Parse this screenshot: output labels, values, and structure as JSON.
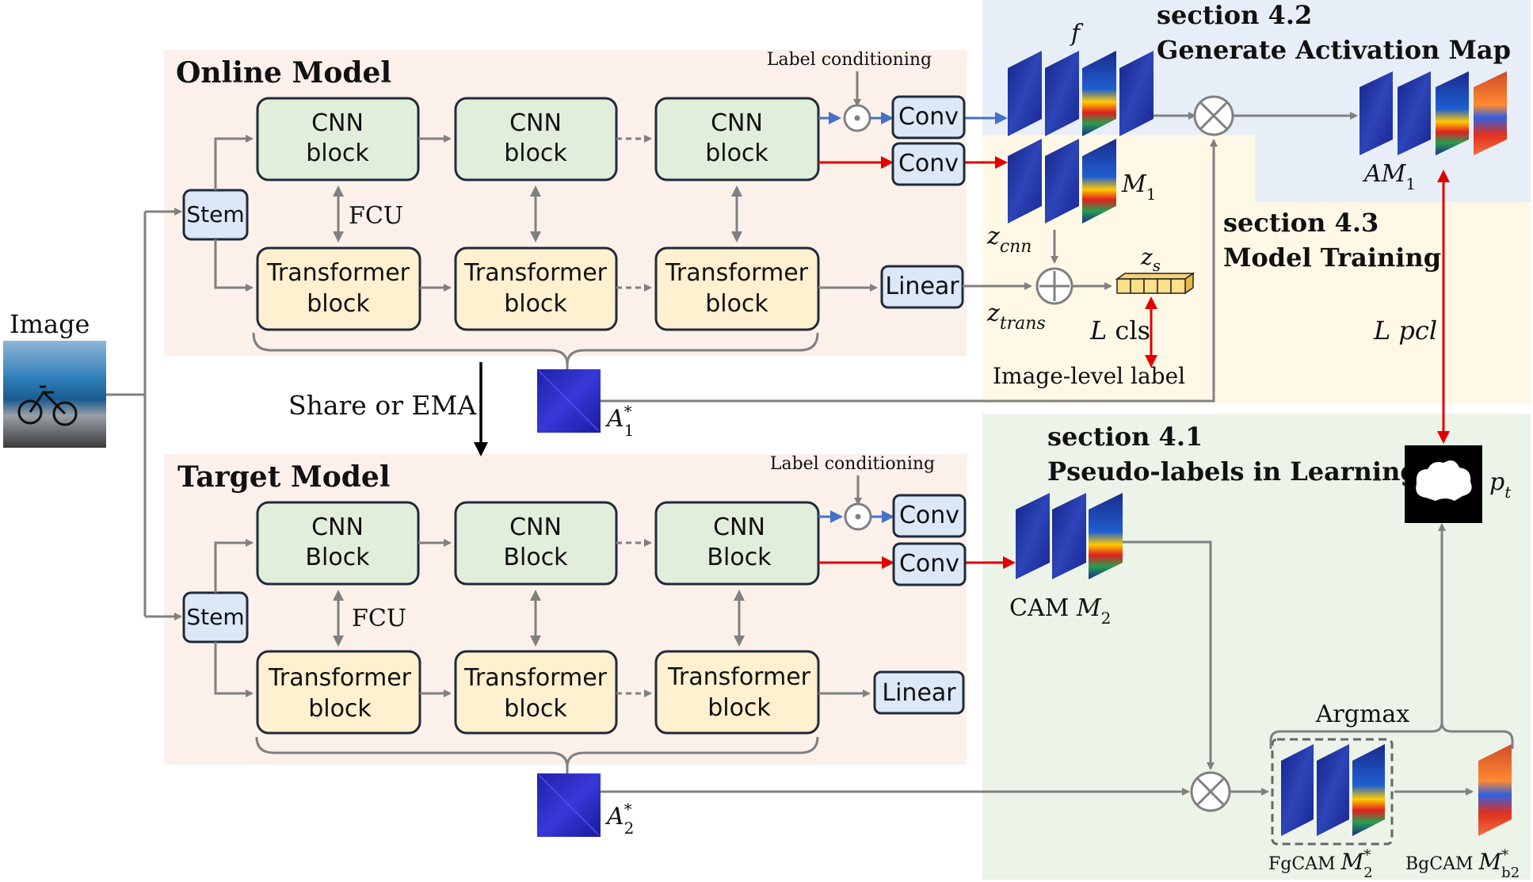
{
  "input": {
    "label": "Image"
  },
  "online_model": {
    "title": "Online Model",
    "stem": "Stem",
    "cnn_blocks": [
      {
        "line1": "CNN",
        "line2": "block"
      },
      {
        "line1": "CNN",
        "line2": "block"
      },
      {
        "line1": "CNN",
        "line2": "block"
      }
    ],
    "transformer_blocks": [
      {
        "line1": "Transformer",
        "line2": "block"
      },
      {
        "line1": "Transformer",
        "line2": "block"
      },
      {
        "line1": "Transformer",
        "line2": "block"
      }
    ],
    "fcu": "FCU",
    "label_conditioning": "Label conditioning",
    "conv_top": "Conv",
    "conv_bottom": "Conv",
    "linear": "Linear",
    "attention": {
      "base": "A",
      "sup": "*",
      "sub": "1"
    }
  },
  "share_label": "Share or EMA",
  "target_model": {
    "title": "Target Model",
    "stem": "Stem",
    "cnn_blocks": [
      {
        "line1": "CNN",
        "line2": "Block"
      },
      {
        "line1": "CNN",
        "line2": "Block"
      },
      {
        "line1": "CNN",
        "line2": "Block"
      }
    ],
    "transformer_blocks": [
      {
        "line1": "Transformer",
        "line2": "block"
      },
      {
        "line1": "Transformer",
        "line2": "block"
      },
      {
        "line1": "Transformer",
        "line2": "block"
      }
    ],
    "fcu": "FCU",
    "label_conditioning": "Label conditioning",
    "conv_top": "Conv",
    "conv_bottom": "Conv",
    "linear": "Linear",
    "attention": {
      "base": "A",
      "sup": "*",
      "sub": "2"
    }
  },
  "section_42": {
    "number": "section 4.2",
    "title": "Generate Activation Map",
    "f_label": "f",
    "am": {
      "base": "AM",
      "sub": "1"
    }
  },
  "section_43": {
    "number": "section 4.3",
    "title": "Model Training",
    "m1": {
      "base": "M",
      "sub": "1"
    },
    "z_cnn": {
      "base": "z",
      "sub": "cnn"
    },
    "z_trans": {
      "base": "z",
      "sub": "trans"
    },
    "z_s": {
      "base": "z",
      "sub": "s"
    },
    "l_cls": {
      "base": "L",
      "rest": " cls"
    },
    "image_level_label": "Image-level label",
    "l_pcl": {
      "base": "L",
      "rest": " pcl"
    }
  },
  "section_41": {
    "number": "section 4.1",
    "title": "Pseudo-labels in Learning",
    "cam_m2": {
      "prefix": "CAM ",
      "base": "M",
      "sub": "2"
    },
    "argmax": "Argmax",
    "fgcam": {
      "prefix": "FgCAM ",
      "base": "M",
      "sup": "*",
      "sub": "2"
    },
    "bgcam": {
      "prefix": "BgCAM ",
      "base": "M",
      "sup": "*",
      "sub": "b2"
    },
    "pt": {
      "base": "p",
      "sub": "t"
    }
  },
  "colors": {
    "online_bg": "#FBF0EA",
    "blue_region": "#E8EEF7",
    "yellow_region": "#FFF8E6",
    "green_region": "#ECF3E8",
    "cnn_fill": "#E2EEDC",
    "transformer_fill": "#FFF0CF",
    "small_box_fill": "#DCE8F7",
    "box_stroke": "#222A3A",
    "arrow_gray": "#808080",
    "arrow_blue": "#4472C4",
    "arrow_red": "#E00000"
  }
}
